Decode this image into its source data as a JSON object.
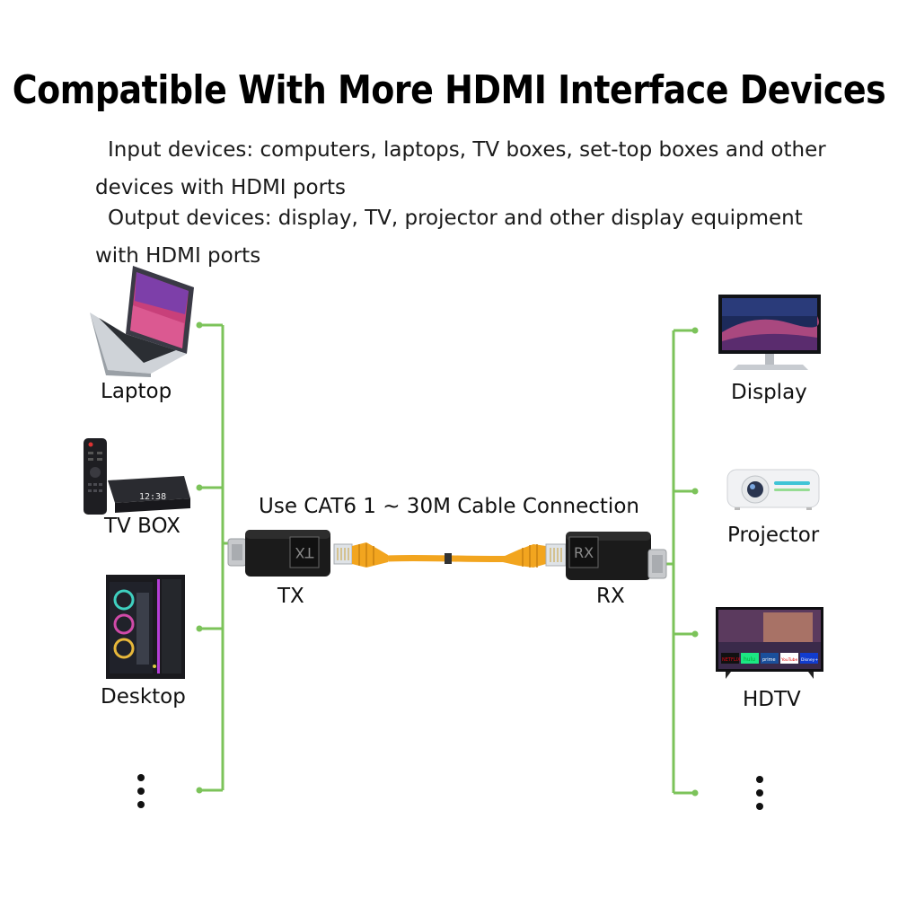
{
  "title": "Compatible With More HDMI Interface Devices",
  "paragraphs": {
    "input": "Input devices: computers, laptops, TV boxes, set-top boxes and other devices with HDMI ports",
    "output": "Output devices: display, TV, projector and other display equipment with HDMI ports"
  },
  "inputs": [
    "Laptop",
    "TV BOX",
    "Desktop"
  ],
  "outputs": [
    "Display",
    "Projector",
    "HDTV"
  ],
  "cable_label": "Use CAT6 1 ~ 30M Cable Connection",
  "tx": {
    "label": "TX",
    "body_text": "TX"
  },
  "rx": {
    "label": "RX",
    "body_text": "RX"
  },
  "tv_tiles": [
    "NETFLIX",
    "hulu",
    "prime",
    "YouTube",
    "Disney+"
  ],
  "tvbox_display": "12:38",
  "colors": {
    "connector_line": "#7cc35a",
    "cable": "#f2a51f",
    "adapter": "#1b1b1b"
  }
}
